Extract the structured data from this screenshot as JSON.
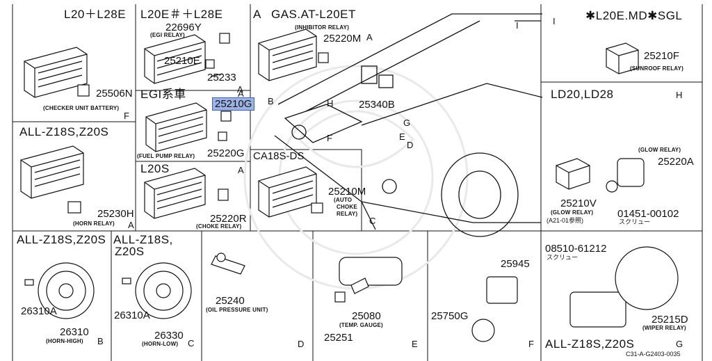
{
  "panels": {
    "l20_l28e": {
      "title": "L20＋L28E",
      "part": "25506N",
      "caption": "(CHECKER UNIT BATTERY)",
      "letter": "F"
    },
    "l20e_l28e": {
      "title": "L20E＃＋L28E",
      "part_a": "22696Y",
      "caption_a": "(EGI RELAY)",
      "part_b": "25210E",
      "part_c": "25233",
      "letter": "A"
    },
    "gas_at": {
      "prefix": "A",
      "title": "GAS.AT-L20ET",
      "caption": "(INHIBITOR RELAY)",
      "part": "25220M"
    },
    "main": {
      "letter_i": "I",
      "letter_a": "A",
      "letter_b": "B",
      "letter_h": "H",
      "letter_f": "F",
      "part": "25340B",
      "letter_g": "G",
      "letter_e": "E",
      "letter_d": "D",
      "letter_c": "C"
    },
    "sunroof": {
      "prefix": "I",
      "title": "✱L20E.MD✱SGL",
      "part": "25210F",
      "caption": "(SUNROOF RELAY)"
    },
    "egi": {
      "title": "EGI系車",
      "letter": "A",
      "part_selected": "25210G",
      "caption": "(FUEL PUMP RELAY)",
      "part_b": "25220G"
    },
    "z18_horn_relay": {
      "title": "ALL-Z18S,Z20S",
      "part": "25230H",
      "caption": "(HORN RELAY)",
      "letter": "A"
    },
    "l20s": {
      "title": "L20S",
      "letter": "A",
      "part": "25220R",
      "caption": "(CHOKE RELAY)"
    },
    "ca18": {
      "title": "CA18S-DS",
      "part": "25210M",
      "caption_1": "(AUTO",
      "caption_2": "CHOKE",
      "caption_3": "RELAY)"
    },
    "glow": {
      "title": "LD20,LD28",
      "letter": "H",
      "caption_relay": "(GLOW RELAY)",
      "part_relay": "25220A",
      "part_v": "25210V",
      "caption_v": "(GLOW RELAY)",
      "note_v": "(A21-01参照)",
      "part_screw": "01451-00102",
      "screw_label": "スクリュー"
    },
    "horn_high": {
      "title": "ALL-Z18S,Z20S",
      "part_bolt": "26310A",
      "part_horn": "26310",
      "caption": "(HORN-HIGH)",
      "letter": "B"
    },
    "horn_low": {
      "title_1": "ALL-Z18S,",
      "title_2": "Z20S",
      "part_bolt": "26310A",
      "part_horn": "26330",
      "caption": "(HORN-LOW)",
      "letter": "C"
    },
    "oil": {
      "part": "25240",
      "caption": "(OIL PRESSURE UNIT)",
      "letter": "D"
    },
    "temp": {
      "part": "25080",
      "caption": "(TEMP. GAUGE)",
      "part_b": "25251",
      "letter": "E"
    },
    "washer": {
      "part_a": "25945",
      "part_b": "25750G",
      "letter": "F"
    },
    "wiper": {
      "part_screw": "08510-61212",
      "screw_label": "スクリュー",
      "part": "25215D",
      "caption": "(WIPER RELAY)",
      "footer": "ALL-Z18S,Z20S",
      "letter": "G"
    },
    "doc_code": "C31-A-G2403-0035"
  }
}
